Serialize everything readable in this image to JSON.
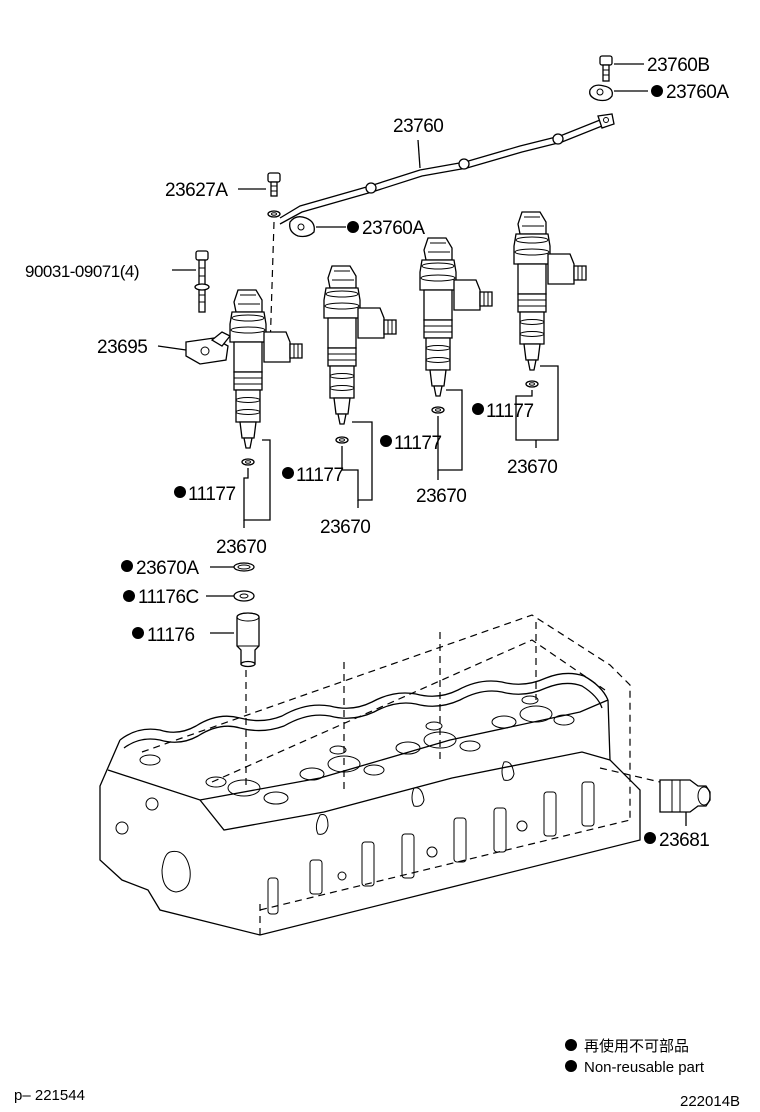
{
  "labels": {
    "l23760B": "23760B",
    "l23760A_top": "23760A",
    "l23760": "23760",
    "l23627A": "23627A",
    "l23760A_mid": "23760A",
    "l90031": "90031-09071(4)",
    "l23695": "23695",
    "l11177_a": "11177",
    "l11177_b": "11177",
    "l11177_c": "11177",
    "l11177_d": "11177",
    "l23670_a": "23670",
    "l23670_b": "23670",
    "l23670_c": "23670",
    "l23670_d": "23670",
    "l23670A": "23670A",
    "l11176C": "11176C",
    "l11176": "11176",
    "l23681": "23681"
  },
  "legend": {
    "line1": "再使用不可部品",
    "line2": "Non-reusable part"
  },
  "footer": {
    "left": "p– 221544",
    "right": "222014B"
  }
}
